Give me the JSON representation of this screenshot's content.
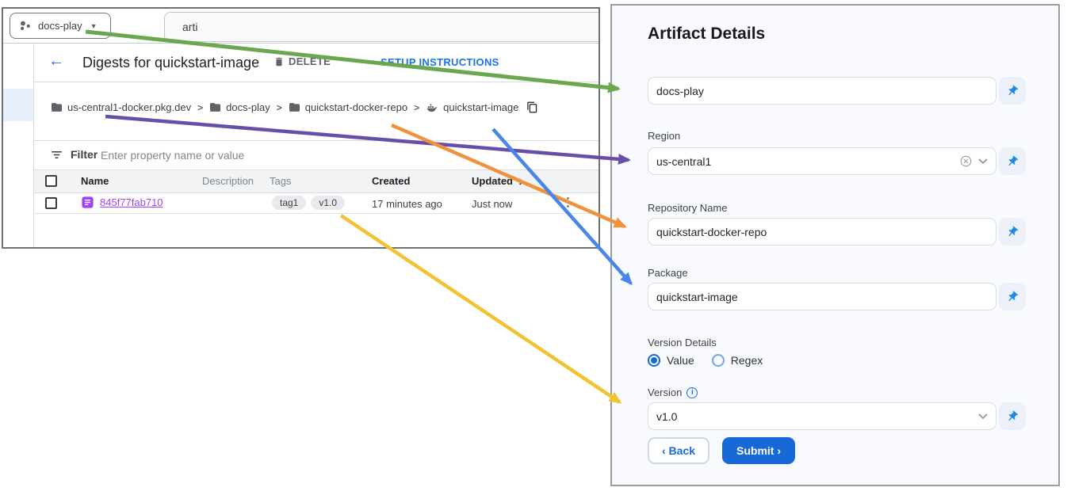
{
  "console": {
    "project_selector": {
      "label": "docs-play"
    },
    "search": {
      "value": "arti"
    },
    "header": {
      "title": "Digests for quickstart-image",
      "delete_label": "DELETE",
      "setup_label": "SETUP INSTRUCTIONS"
    },
    "breadcrumb": {
      "items": [
        "us-central1-docker.pkg.dev",
        "docs-play",
        "quickstart-docker-repo",
        "quickstart-image"
      ]
    },
    "filter": {
      "label": "Filter",
      "placeholder": "Enter property name or value"
    },
    "table": {
      "columns": [
        "Name",
        "Description",
        "Tags",
        "Created",
        "Updated"
      ],
      "rows": [
        {
          "name": "845f77fab710",
          "description": "",
          "tags": [
            "tag1",
            "v1.0"
          ],
          "created": "17 minutes ago",
          "updated": "Just now"
        }
      ]
    }
  },
  "panel": {
    "title": "Artifact Details",
    "fields": {
      "project": {
        "label": "",
        "value": "docs-play"
      },
      "region": {
        "label": "Region",
        "value": "us-central1"
      },
      "repository": {
        "label": "Repository Name",
        "value": "quickstart-docker-repo"
      },
      "package": {
        "label": "Package",
        "value": "quickstart-image"
      },
      "version": {
        "label": "Version",
        "value": "v1.0"
      }
    },
    "version_details": {
      "label": "Version Details",
      "options": [
        "Value",
        "Regex"
      ],
      "selected": "Value"
    },
    "buttons": {
      "back": "‹ Back",
      "submit": "Submit ›"
    }
  },
  "icons": {
    "caret_down": "▼",
    "back_arrow": "←",
    "breadcrumb_sep": ">",
    "sort_desc": "↓",
    "overflow_menu": "⋮",
    "info": "i"
  },
  "colors": {
    "accent_blue": "#1a73e8",
    "submit_blue": "#1669d6",
    "link_purple": "#a142f4",
    "sidenav_highlight": "#e8f0fe",
    "arrow_green": "#6aa84f",
    "arrow_purple": "#674ea7",
    "arrow_orange": "#f0923d",
    "arrow_blue": "#4a86e8",
    "arrow_yellow": "#f1c232"
  }
}
